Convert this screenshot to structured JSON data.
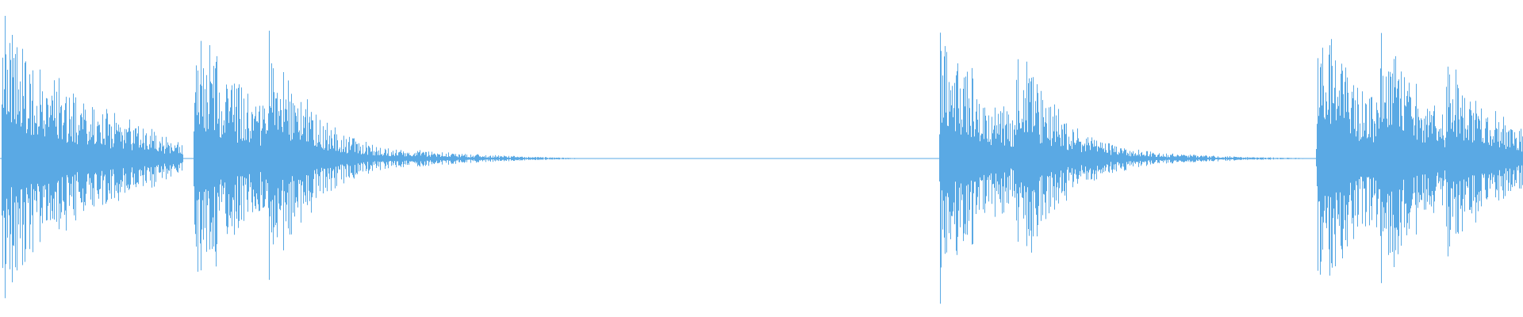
{
  "waveform": {
    "color": "#5aa9e4",
    "background": "#ffffff",
    "bursts": [
      {
        "center": 0.001,
        "start": 0.0,
        "end": 0.12,
        "peak": 0.86,
        "decay": 0.06,
        "floor": 0.08
      },
      {
        "center": 0.128,
        "start": 0.12,
        "end": 0.38,
        "peak": 0.82,
        "decay": 0.045,
        "floor": 0.05
      },
      {
        "center": 0.176,
        "start": 0.165,
        "end": 0.3,
        "peak": 0.86,
        "decay": 0.03,
        "floor": 0.0
      },
      {
        "center": 0.617,
        "start": 0.612,
        "end": 0.86,
        "peak": 0.86,
        "decay": 0.04,
        "floor": 0.04
      },
      {
        "center": 0.668,
        "start": 0.655,
        "end": 0.8,
        "peak": 0.78,
        "decay": 0.03,
        "floor": 0.0
      },
      {
        "center": 0.865,
        "start": 0.858,
        "end": 1.0,
        "peak": 0.88,
        "decay": 0.05,
        "floor": 0.05
      },
      {
        "center": 0.905,
        "start": 0.895,
        "end": 1.0,
        "peak": 0.88,
        "decay": 0.04,
        "floor": 0.0
      },
      {
        "center": 0.95,
        "start": 0.94,
        "end": 1.0,
        "peak": 0.72,
        "decay": 0.04,
        "floor": 0.0
      }
    ],
    "silence_gaps": [
      {
        "start": 0.37,
        "end": 0.6,
        "level": 0.006
      },
      {
        "start": 0.86,
        "end": 0.862,
        "level": 0.004
      }
    ]
  }
}
